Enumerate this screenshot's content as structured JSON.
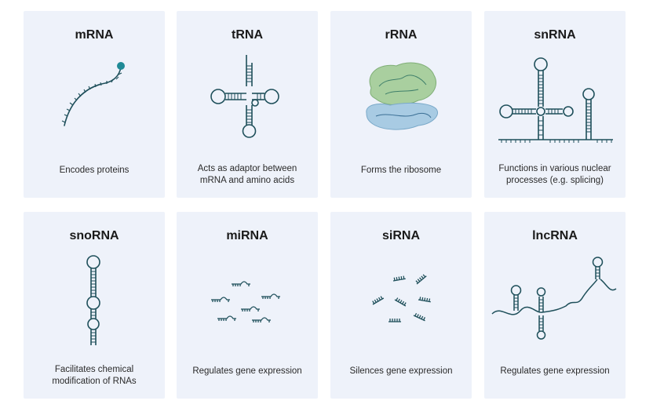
{
  "cards": [
    {
      "title": "mRNA",
      "description": "Encodes proteins",
      "icon": "mrna-strand-icon"
    },
    {
      "title": "tRNA",
      "description": "Acts as adaptor between\nmRNA and amino acids",
      "icon": "cloverleaf-icon"
    },
    {
      "title": "rRNA",
      "description": "Forms the ribosome",
      "icon": "ribosome-icon"
    },
    {
      "title": "snRNA",
      "description": "Functions in various nuclear\nprocesses (e.g. splicing)",
      "icon": "snrna-structure-icon"
    },
    {
      "title": "snoRNA",
      "description": "Facilitates chemical\nmodification of RNAs",
      "icon": "hairpin-icon"
    },
    {
      "title": "miRNA",
      "description": "Regulates gene expression",
      "icon": "mirna-fragments-icon"
    },
    {
      "title": "siRNA",
      "description": "Silences gene expression",
      "icon": "sirna-fragments-icon"
    },
    {
      "title": "lncRNA",
      "description": "Regulates gene expression",
      "icon": "lncrna-strand-icon"
    }
  ],
  "colors": {
    "card_bg": "#eef2fa",
    "strand": "#1e4f5a",
    "accent_teal": "#1f8a96",
    "rrna_green": "#a9cf9f",
    "rrna_blue": "#a8cbe3"
  }
}
